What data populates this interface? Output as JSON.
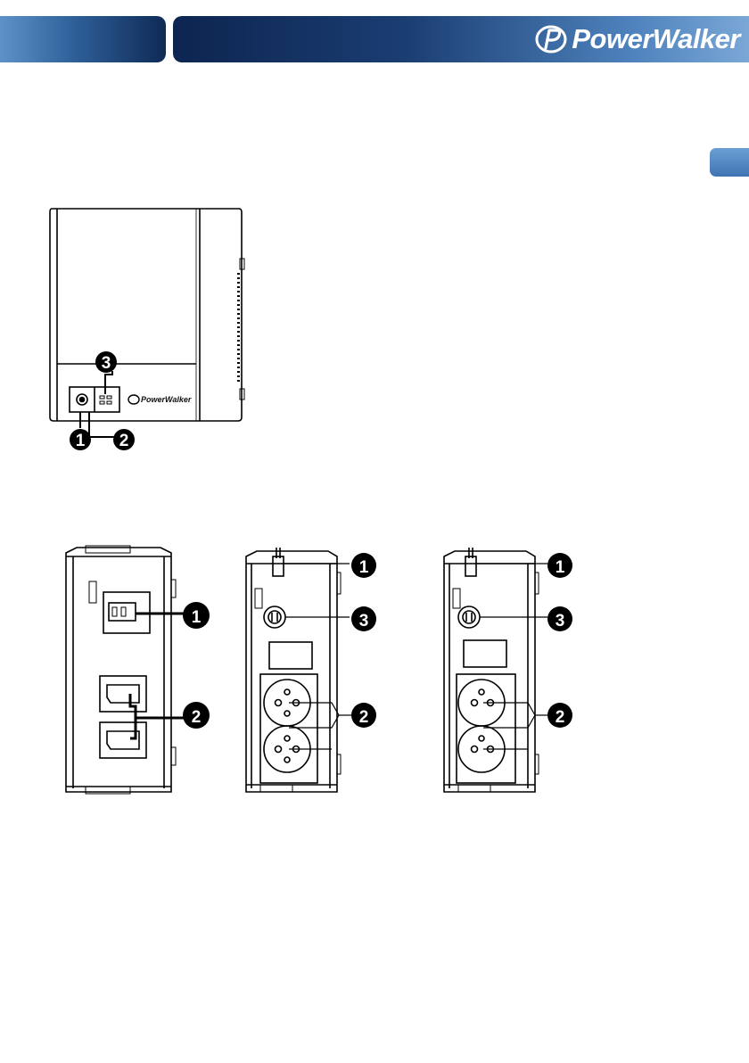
{
  "header": {
    "brand_name": "PowerWalker",
    "logo_icon": "powerwalker-swirl-logo"
  },
  "colors": {
    "header_dark": "#0d2550",
    "header_light": "#7aa7d6",
    "language_tab": "#4a80bf",
    "line_art": "#000000"
  },
  "front_view": {
    "device_logo": "PowerWalker",
    "callouts": [
      "1",
      "2",
      "3"
    ]
  },
  "rear_views": {
    "iec_model_callouts": [
      "1",
      "2"
    ],
    "schuko_model_callouts": [
      "1",
      "3",
      "2"
    ],
    "french_model_callouts": [
      "1",
      "3",
      "2"
    ]
  }
}
